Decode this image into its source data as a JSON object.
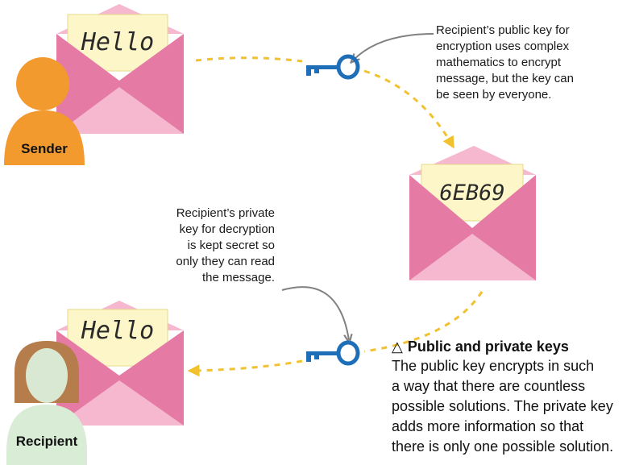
{
  "sender": {
    "label": "Sender",
    "color": "#f39a2e"
  },
  "recipient": {
    "label": "Recipient",
    "hair_color": "#b67d4c",
    "skin_color": "#d9e8d2",
    "body_color": "#d9ecd6"
  },
  "envelopes": {
    "plain_message": "Hello",
    "encrypted_message": "6EB69",
    "received_message": "Hello",
    "pink_dark": "#e57aa4",
    "pink_light": "#f6b8cf",
    "paper": "#fdf6c8"
  },
  "keys": {
    "public_key_color": "#1f6fb8",
    "private_key_color": "#1f6fb8"
  },
  "arrows": {
    "path_color": "#f2c12e",
    "pointer_color": "#808080"
  },
  "annotations": {
    "public_key_note": "Recipient’s public key for\nencryption uses complex\nmathematics to encrypt\nmessage, but the key can\nbe seen by everyone.",
    "private_key_note": "Recipient’s private\nkey for decryption\nis kept secret so\nonly they can read\nthe message."
  },
  "caption": {
    "symbol": "△",
    "title": "Public and private keys",
    "body": "The public key encrypts in such\na way that there are countless\npossible solutions. The private key\nadds more information so that\nthere is only one possible solution."
  }
}
